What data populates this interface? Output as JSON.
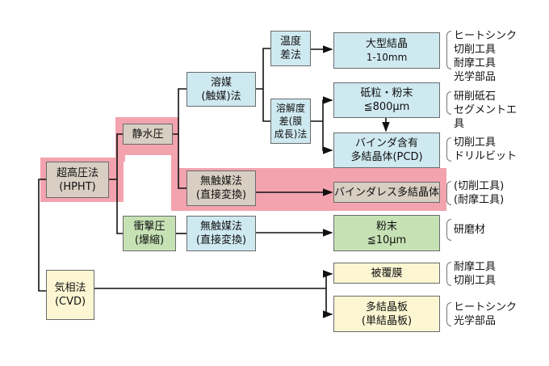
{
  "colors": {
    "highlight": "#f3a3ae",
    "tan": "#d8cec2",
    "blue": "#cfe9f1",
    "green": "#c6e2b5",
    "yellow": "#fcf6d3"
  },
  "nodes": {
    "hpht": [
      "超高圧法",
      "(HPHT)"
    ],
    "static": [
      "静水圧"
    ],
    "solvent": [
      "溶媒",
      "(触媒)法"
    ],
    "noncat": [
      "無触媒法",
      "(直接変換)"
    ],
    "tempdiff": [
      "温度",
      "差法"
    ],
    "soldiff": [
      "溶解度",
      "差(膜",
      "成長)法"
    ],
    "large": [
      "大型結晶",
      "1-10mm"
    ],
    "grit": [
      "砥粒・粉末",
      "≦800μm"
    ],
    "pcd": [
      "バインダ含有",
      "多結晶体(PCD)"
    ],
    "binderless": [
      "バインダレス多結晶体"
    ],
    "shock": [
      "衝撃圧",
      "(爆縮)"
    ],
    "noncat2": [
      "無触媒法",
      "(直接変換)"
    ],
    "powder": [
      "粉末",
      "≦10μm"
    ],
    "cvd": [
      "気相法",
      "(CVD)"
    ],
    "coating": [
      "被覆膜"
    ],
    "plate": [
      "多結晶板",
      "(単結晶板)"
    ]
  },
  "uses": {
    "large": [
      "ヒートシンク",
      "切削工具",
      "耐摩工具",
      "光学部品"
    ],
    "grit": [
      "研削砥石",
      "セグメントエ",
      "具"
    ],
    "pcd": [
      "切削工具",
      "ドリルビット"
    ],
    "binderless": [
      "(切削工具)",
      "(耐摩工具)"
    ],
    "powder": [
      "研磨材"
    ],
    "coating": [
      "耐摩工具",
      "切削工具"
    ],
    "plate": [
      "ヒートシンク",
      "光学部品"
    ]
  }
}
